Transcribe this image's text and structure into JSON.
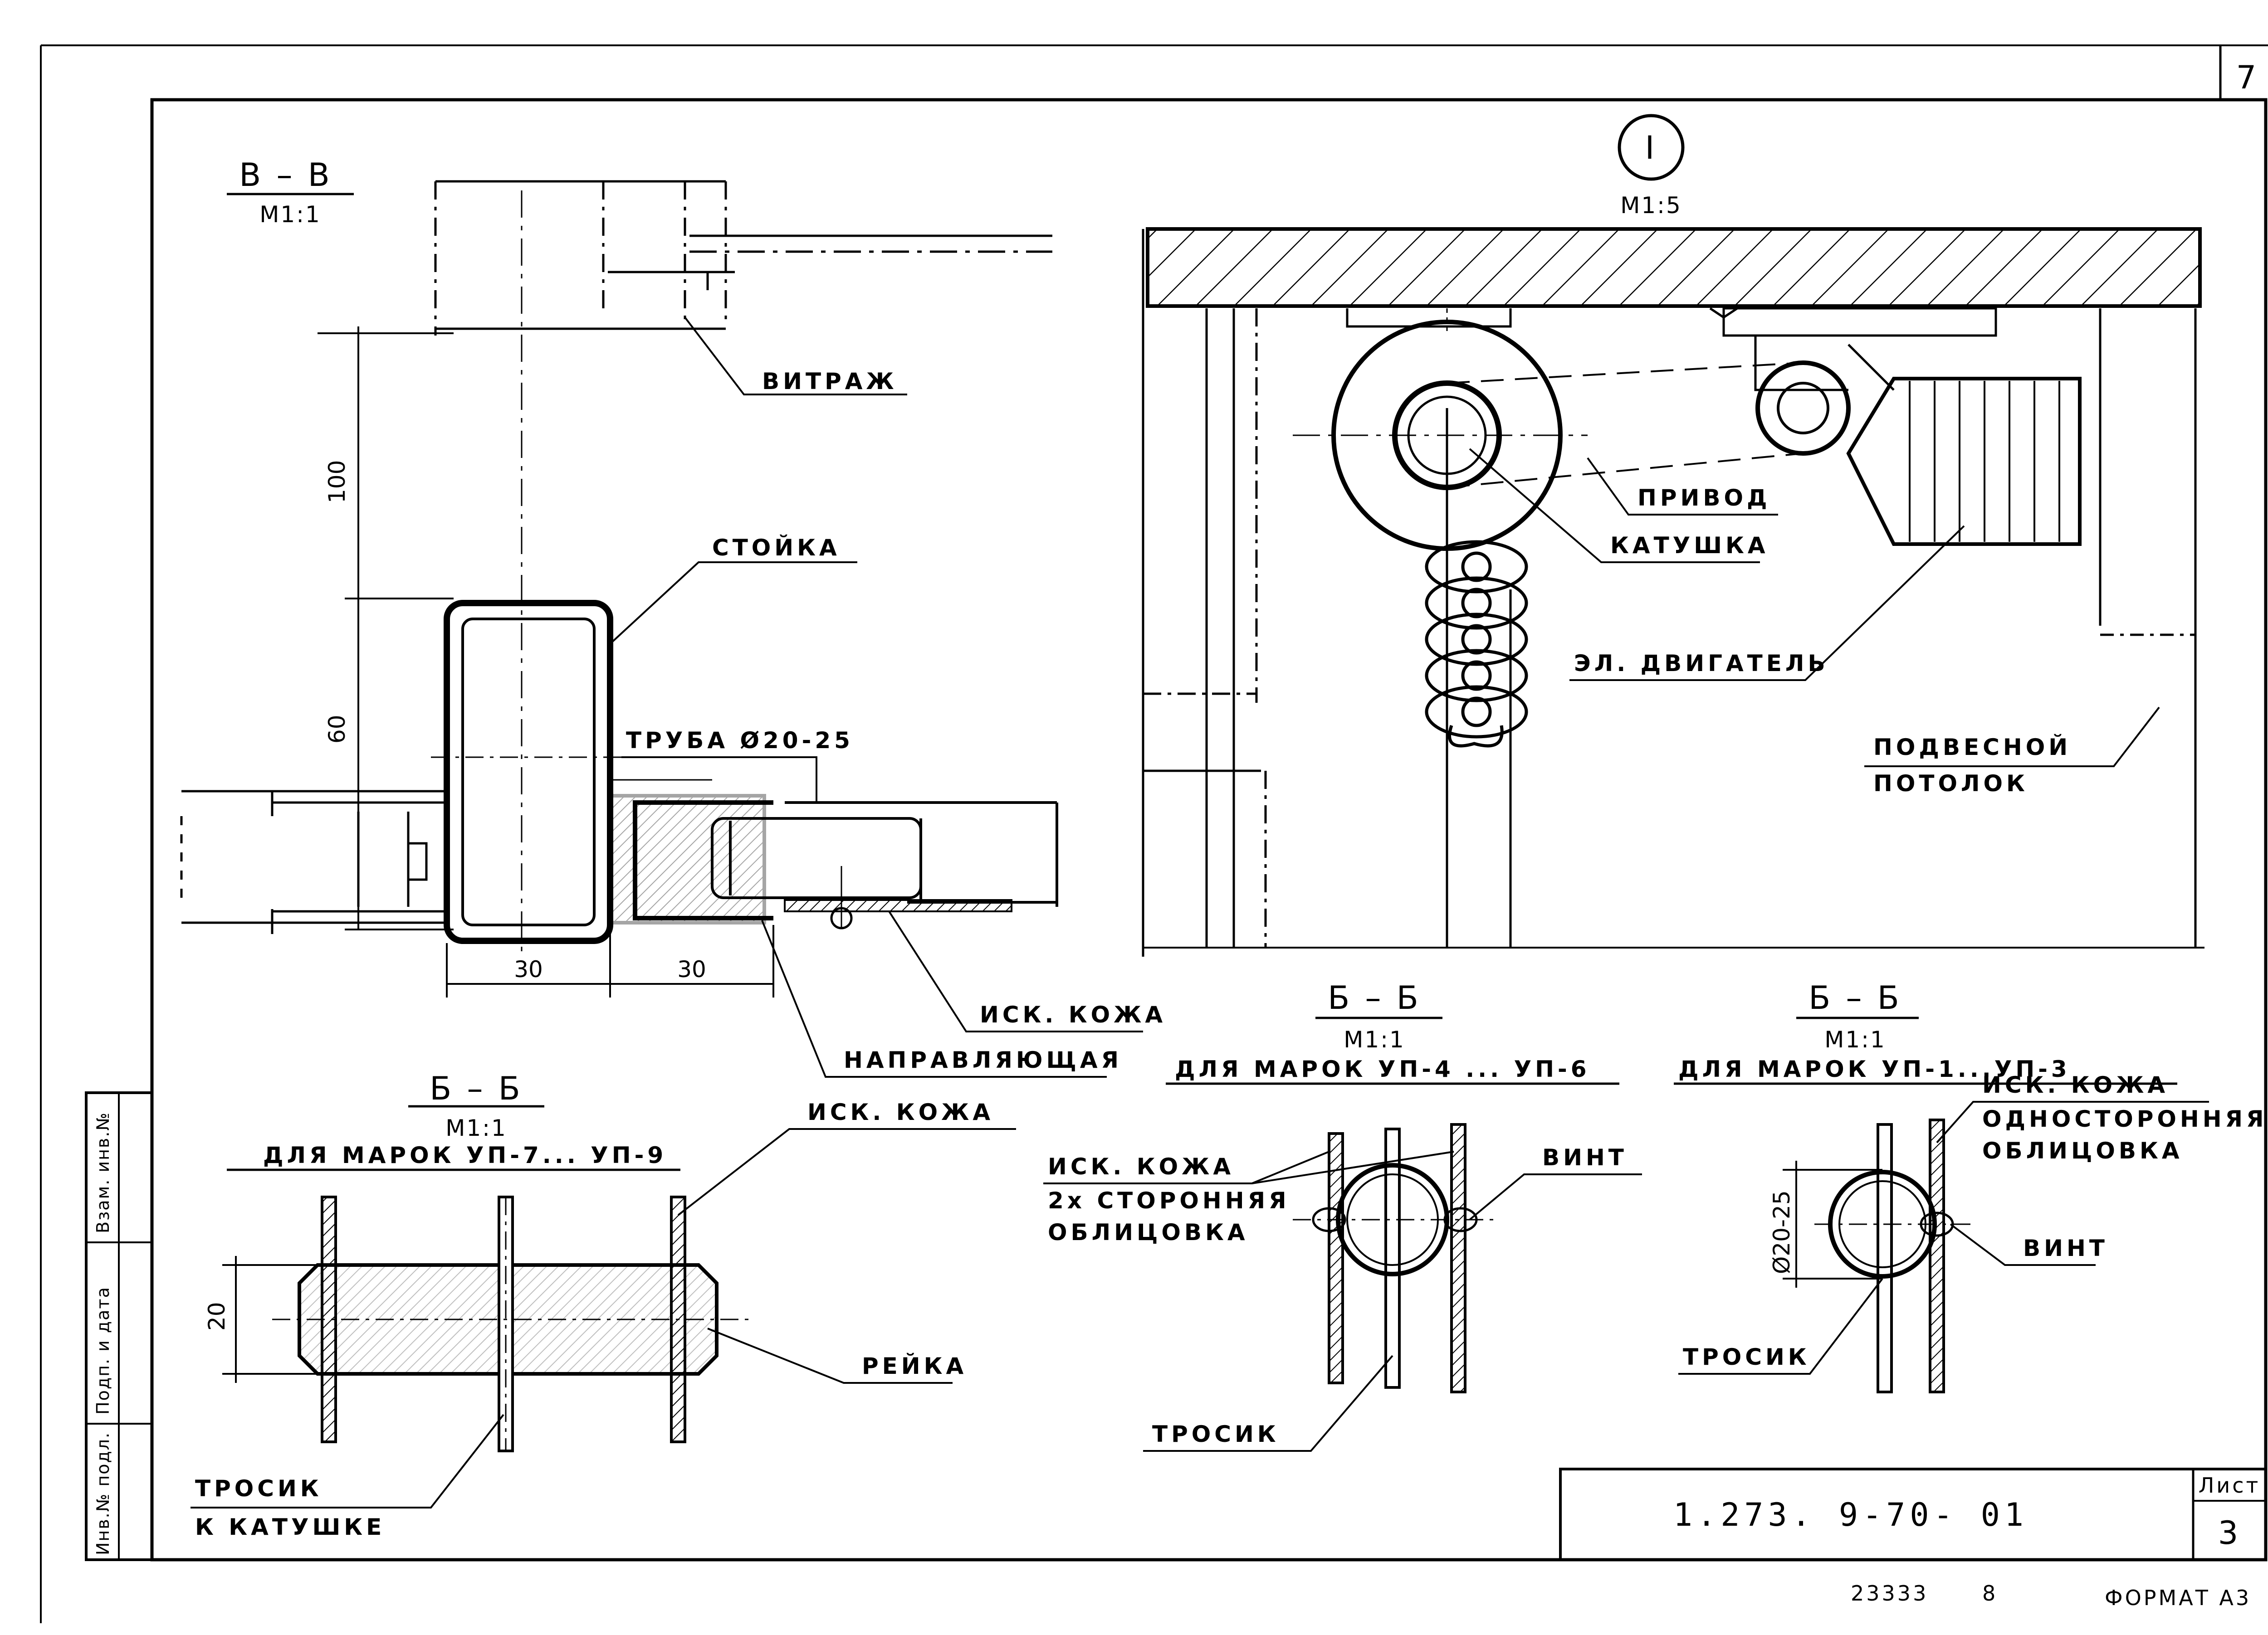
{
  "sheet": {
    "page_number": "7",
    "document_code": "1.273. 9-70- 01",
    "sheet_label": "Лист",
    "sheet_number": "3",
    "stamp_number": "23333",
    "stamp_extra": "8",
    "format": "ФОРМАТ А3"
  },
  "side_stamp": [
    "Инв.№ подл.",
    "Подп. и дата",
    "Взам. инв.№"
  ],
  "view_vv": {
    "title": "В – В",
    "scale": "М1:1",
    "labels": {
      "vitrazh": "ВИТРАЖ",
      "stoyka": "СТОЙКА",
      "truba": "ТРУБА Ø20-25",
      "isk_kozha": "ИСК. КОЖА",
      "napravl": "НАПРАВЛЯЮЩАЯ"
    },
    "dims": {
      "d100": "100",
      "d60": "60",
      "d30a": "30",
      "d30b": "30"
    }
  },
  "view_detail1": {
    "marker": "I",
    "scale": "М1:5",
    "labels": {
      "privod": "ПРИВОД",
      "katushka": "КАТУШКА",
      "dvigatel": "ЭЛ. ДВИГАТЕЛЬ",
      "potolok1": "ПОДВЕСНОЙ",
      "potolok2": "ПОТОЛОК"
    }
  },
  "view_bb1": {
    "title": "Б – Б",
    "scale": "М1:1",
    "subtitle": "ДЛЯ МАРОК УП-7... УП-9",
    "labels": {
      "isk_kozha": "ИСК. КОЖА",
      "reyka": "РЕЙКА",
      "trosik1": "ТРОСИК",
      "trosik2": "К КАТУШКЕ"
    },
    "dims": {
      "d20": "20"
    }
  },
  "view_bb2": {
    "title": "Б – Б",
    "scale": "М1:1",
    "subtitle": "ДЛЯ МАРОК УП-4 ... УП-6",
    "labels": {
      "isk_kozha": "ИСК. КОЖА",
      "obl1": "2х СТОРОННЯЯ",
      "obl2": "ОБЛИЦОВКА",
      "vint": "ВИНТ",
      "trosik": "ТРОСИК"
    }
  },
  "view_bb3": {
    "title": "Б – Б",
    "scale": "М1:1",
    "subtitle": "ДЛЯ МАРОК УП-1...УП-3",
    "labels": {
      "isk_kozha": "ИСК. КОЖА",
      "obl1": "ОДНОСТОРОННЯЯ",
      "obl2": "ОБЛИЦОВКА",
      "vint": "ВИНТ",
      "trosik": "ТРОСИК"
    },
    "dims": {
      "d_pipe": "Ø20-25"
    }
  }
}
